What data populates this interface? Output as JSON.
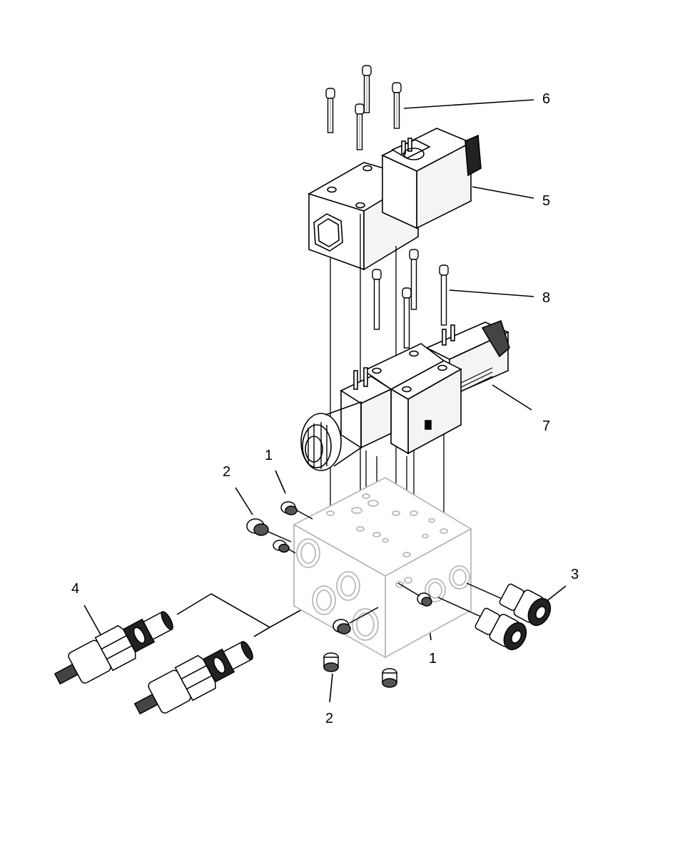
{
  "diagram": {
    "callouts": [
      {
        "id": "c6",
        "label": "6"
      },
      {
        "id": "c5",
        "label": "5"
      },
      {
        "id": "c8",
        "label": "8"
      },
      {
        "id": "c7",
        "label": "7"
      },
      {
        "id": "c1a",
        "label": "1"
      },
      {
        "id": "c2a",
        "label": "2"
      },
      {
        "id": "c3",
        "label": "3"
      },
      {
        "id": "c4",
        "label": "4"
      },
      {
        "id": "c1b",
        "label": "1"
      },
      {
        "id": "c2b",
        "label": "2"
      }
    ],
    "colors": {
      "line": "#000000",
      "manifold": "#b8b8b8",
      "fill": "#ffffff",
      "shade": "#e6e6e6"
    }
  }
}
